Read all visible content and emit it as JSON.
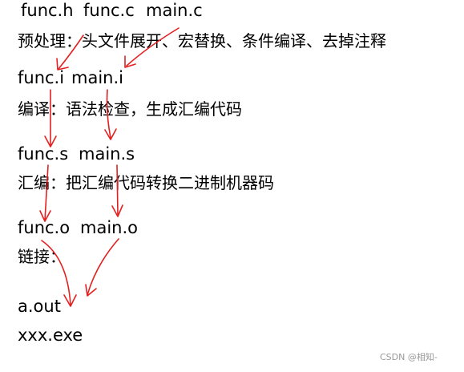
{
  "row1": {
    "func_h": "func.h",
    "func_c": "func.c",
    "main_c": "main.c"
  },
  "step_preprocess": "预处理：头文件展开、宏替换、条件编译、去掉注释",
  "row2": {
    "func_i": "func.i",
    "main_i": "main.i"
  },
  "step_compile": "编译：语法检查，生成汇编代码",
  "row3": {
    "func_s": "func.s",
    "main_s": "main.s"
  },
  "step_assemble": "汇编：把汇编代码转换二进制机器码",
  "row4": {
    "func_o": "func.o",
    "main_o": "main.o"
  },
  "step_link": "链接：",
  "output_aout": "a.out",
  "output_exe": "xxx.exe",
  "watermark": "CSDN @相知-",
  "colors": {
    "arrow": "#e32020",
    "text": "#000000",
    "watermark": "#9a9a9a"
  }
}
